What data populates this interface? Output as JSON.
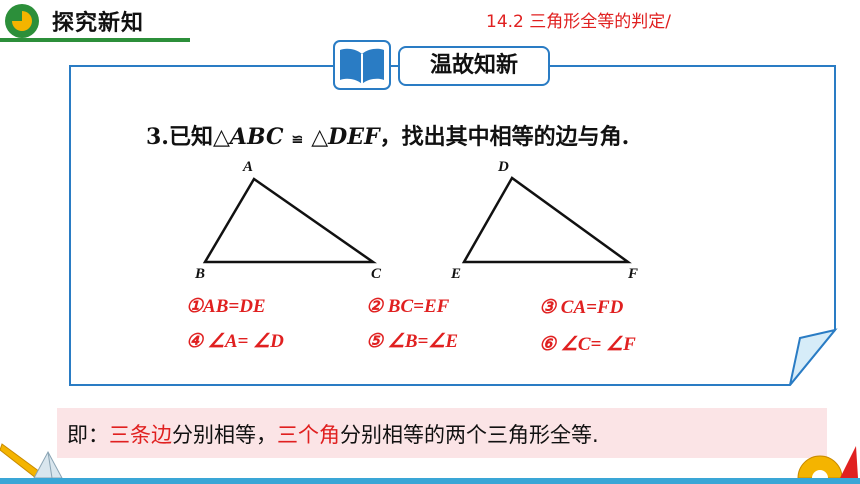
{
  "header": {
    "section_title": "探究新知",
    "lesson_title": "14.2 三角形全等的判定/"
  },
  "card": {
    "tag": "温故知新",
    "problem_num": "3.",
    "problem_prefix": "已知",
    "tri1": "△",
    "tri1_name": "ABC",
    "congruent": "≌",
    "tri2": "△",
    "tri2_name": "DEF",
    "problem_suffix": "，找出其中相等的边与角."
  },
  "triangle1": {
    "top": "A",
    "left": "B",
    "right": "C"
  },
  "triangle2": {
    "top": "D",
    "left": "E",
    "right": "F"
  },
  "statements": [
    "①AB=DE",
    "② BC=EF",
    "③ CA=FD",
    "④ ∠A= ∠D",
    "⑤ ∠B=∠E",
    "⑥ ∠C= ∠F"
  ],
  "conclusion": {
    "prefix": "即：",
    "part1": "三条边",
    "mid": "分别相等，",
    "part2": "三个角",
    "suffix": "分别相等的两个三角形全等."
  },
  "colors": {
    "accent": "#2c8f3a",
    "frame": "#2a7cc4",
    "highlight": "#e02020",
    "band": "#fbe4e6"
  }
}
